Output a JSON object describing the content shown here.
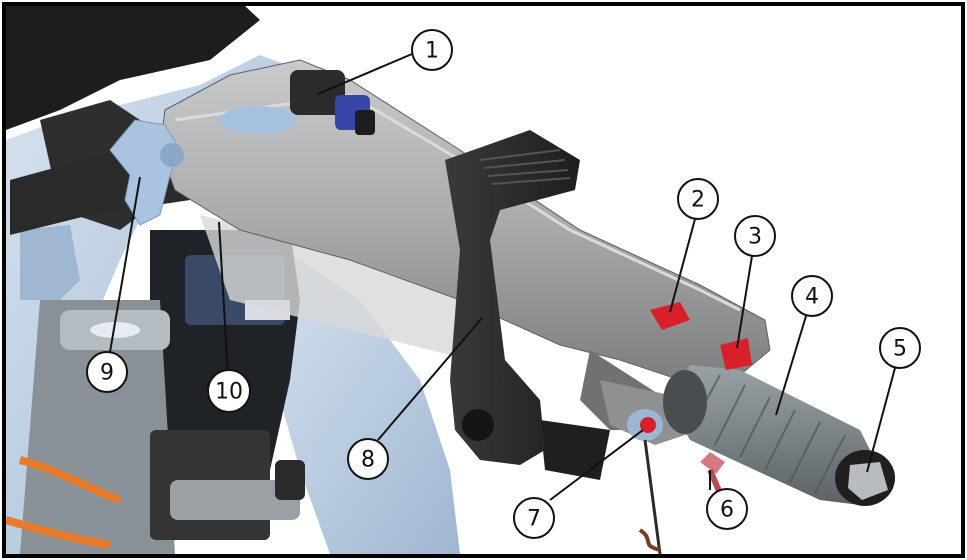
{
  "callouts": [
    {
      "id": "1",
      "label": "1"
    },
    {
      "id": "2",
      "label": "2"
    },
    {
      "id": "3",
      "label": "3"
    },
    {
      "id": "4",
      "label": "4"
    },
    {
      "id": "5",
      "label": "5"
    },
    {
      "id": "6",
      "label": "6"
    },
    {
      "id": "7",
      "label": "7"
    },
    {
      "id": "8",
      "label": "8"
    },
    {
      "id": "9",
      "label": "9"
    },
    {
      "id": "10",
      "label": "10"
    }
  ],
  "colors": {
    "frame": "#000000",
    "background": "#ffffff",
    "bracket_blue": "#b8cde3",
    "tiller_gray": "#a9abad",
    "tiller_dark": "#6f7173",
    "lever_black": "#2b2b2b",
    "grip_gray": "#7c8387",
    "accent_red": "#d8202a",
    "knob_blue": "#a9c3e0",
    "cable_orange": "#e87a2c"
  }
}
